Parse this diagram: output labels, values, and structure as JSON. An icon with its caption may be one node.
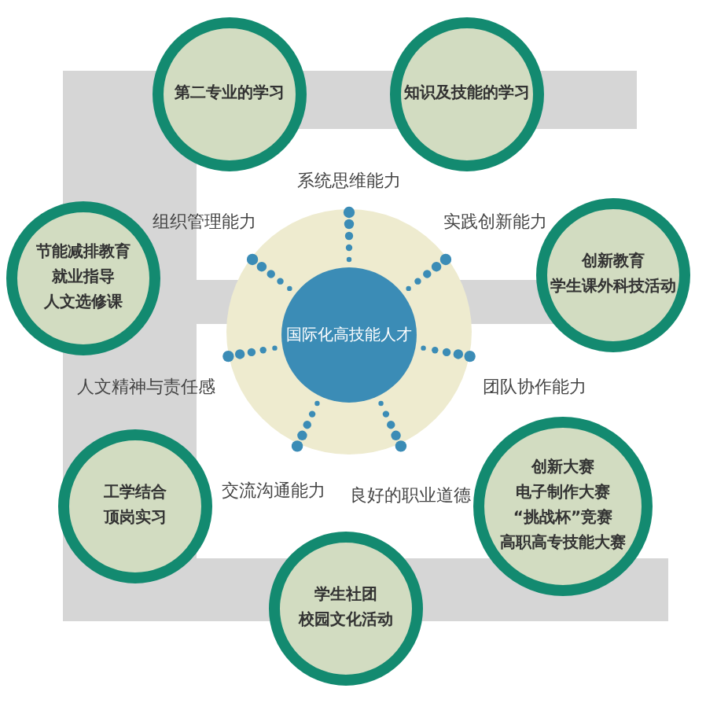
{
  "diagram": {
    "nodes": [
      {
        "text": [
          "第二专业的学习"
        ]
      },
      {
        "text": [
          "知识及技能的学习"
        ]
      },
      {
        "text": [
          "节能减排教育",
          "就业指导",
          "人文选修课"
        ]
      },
      {
        "text": [
          "国际化高技能人才"
        ]
      },
      {
        "text": [
          "创新教育",
          "学生课外科技活动"
        ]
      },
      {
        "text": [
          "工学结合",
          "顶岗实习"
        ]
      },
      {
        "text": [
          "创新大赛",
          "电子制作大赛",
          "“挑战杯”竞赛",
          "高职高专技能大赛"
        ]
      },
      {
        "text": [
          "学生社团",
          "校园文化活动"
        ]
      }
    ],
    "edges": [],
    "labels": [
      "系统思维能力",
      "组织管理能力",
      "实践创新能力",
      "人文精神与责任感",
      "团队协作能力",
      "交流沟通能力",
      "良好的职业道德"
    ]
  }
}
